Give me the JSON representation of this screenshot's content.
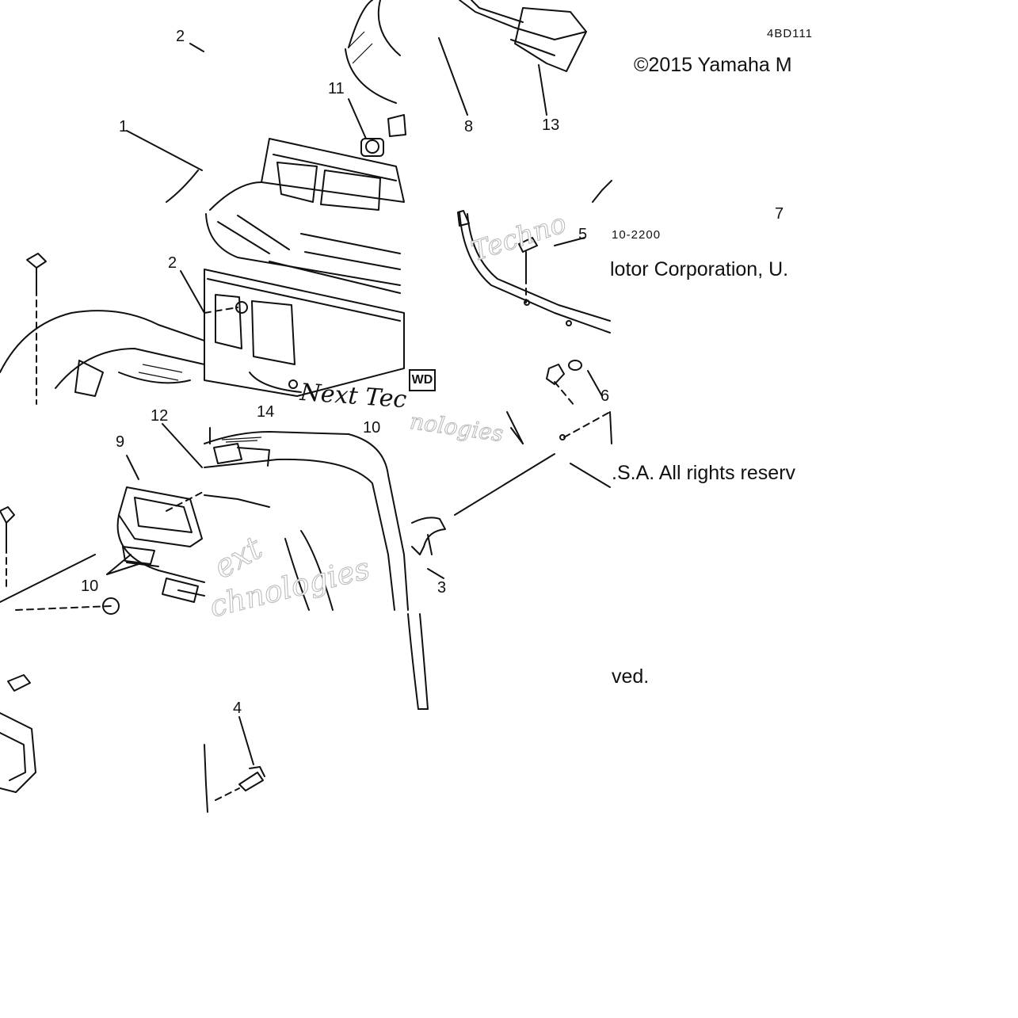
{
  "callouts": {
    "c1": "1",
    "c2a": "2",
    "c2b": "2",
    "c3": "3",
    "c4": "4",
    "c5": "5",
    "c6": "6",
    "c7": "7",
    "c8": "8",
    "c9": "9",
    "c10a": "10",
    "c10b": "10",
    "c11": "11",
    "c12": "12",
    "c13": "13",
    "c14": "14"
  },
  "diagram_code": "4BD111",
  "part_number_fragment": "10-2200",
  "copyright": {
    "line1": "©2015 Yamaha M",
    "line2": "lotor Corporation, U.",
    "line3": ".S.A. All rights reserv",
    "line4": "ved."
  },
  "watermark": {
    "w1": "Techno",
    "w2": "Next Tec",
    "w3": "nologies",
    "w4": "ext",
    "w5": "chnologies"
  },
  "stamp": "WD"
}
